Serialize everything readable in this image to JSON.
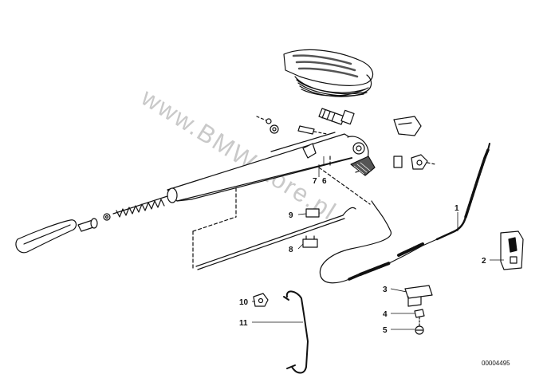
{
  "callouts": [
    {
      "id": "c1",
      "number": "1"
    },
    {
      "id": "c2",
      "number": "2"
    },
    {
      "id": "c3",
      "number": "3"
    },
    {
      "id": "c4",
      "number": "4"
    },
    {
      "id": "c5",
      "number": "5"
    },
    {
      "id": "c6",
      "number": "6"
    },
    {
      "id": "c7",
      "number": "7"
    },
    {
      "id": "c8",
      "number": "8"
    },
    {
      "id": "c9",
      "number": "9"
    },
    {
      "id": "c10",
      "number": "10"
    },
    {
      "id": "c11",
      "number": "11"
    }
  ],
  "drawing_number": "00004495",
  "watermark": "www.BMWstore.pl",
  "colors": {
    "ink": "#111111",
    "watermark": "#c9c9c9"
  }
}
